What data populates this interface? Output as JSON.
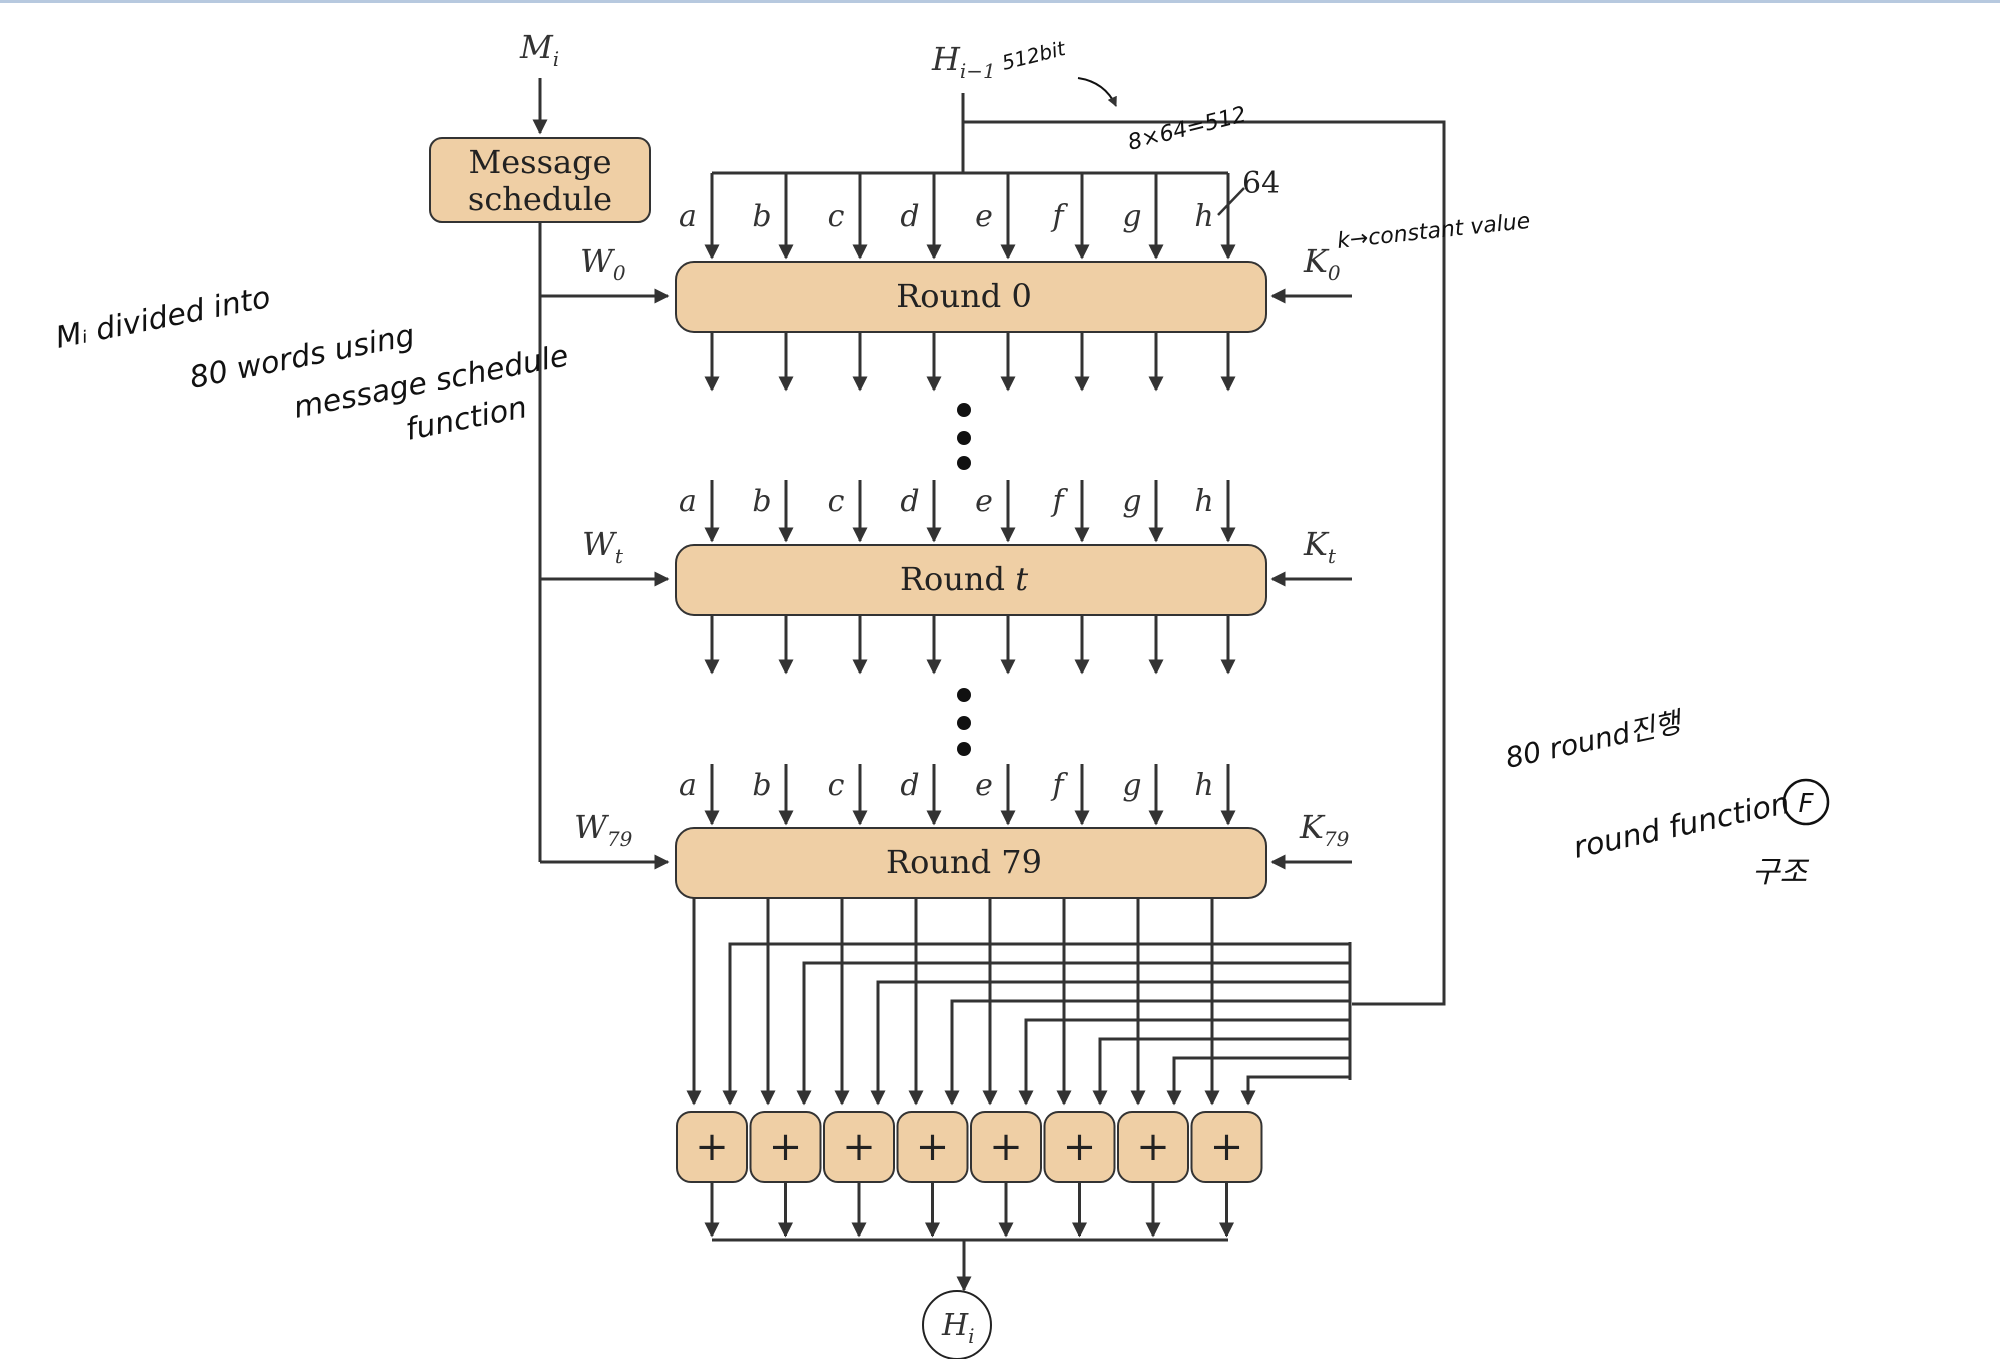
{
  "inputs": {
    "mi": "M",
    "mi_sub": "i",
    "h_prev": "H",
    "h_prev_sub": "i−1",
    "h_out": "H",
    "h_out_sub": "i",
    "width_label": "64"
  },
  "message_schedule": {
    "line1": "Message",
    "line2": "schedule"
  },
  "registers": [
    "a",
    "b",
    "c",
    "d",
    "e",
    "f",
    "g",
    "h"
  ],
  "rounds": [
    {
      "label": "Round 0",
      "w": "W",
      "w_sub": "0",
      "k": "K",
      "k_sub": "0"
    },
    {
      "label": "Round ",
      "label_italic": "t",
      "w": "W",
      "w_sub": "t",
      "k": "K",
      "k_sub": "t"
    },
    {
      "label": "Round 79",
      "w": "W",
      "w_sub": "79",
      "k": "K",
      "k_sub": "79"
    }
  ],
  "adders": [
    "+",
    "+",
    "+",
    "+",
    "+",
    "+",
    "+",
    "+"
  ],
  "annotations": {
    "h_bits": "512bit",
    "product": "8×64=512",
    "constant": "k→constant value",
    "mi_line1": "Mᵢ divided into",
    "mi_line2": "80 words using",
    "mi_line3": "message schedule",
    "mi_line4": "function",
    "rounds_note": "80 round진행",
    "round_fn": "round function",
    "round_fn_symbol": "F",
    "structure": "구조"
  }
}
